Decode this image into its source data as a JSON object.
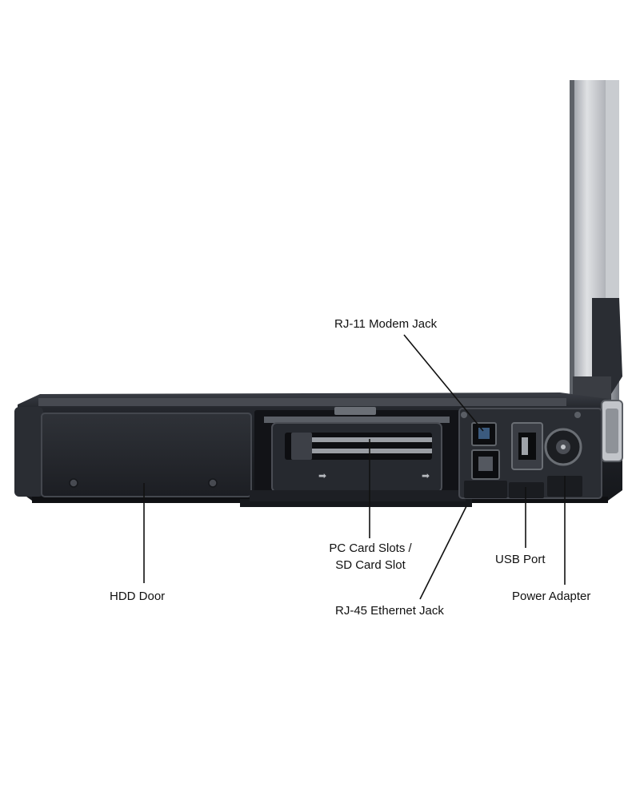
{
  "labels": {
    "rj11": "RJ-11 Modem Jack",
    "pc_card_line1": "PC Card Slots /",
    "pc_card_line2": "SD Card Slot",
    "usb": "USB Port",
    "hdd": "HDD Door",
    "rj45": "RJ-45 Ethernet Jack",
    "power": "Power Adapter"
  },
  "colors": {
    "body_dark": "#1b1d22",
    "body_mid": "#2c2f36",
    "lid_silver": "#b9bcc1",
    "lid_dark": "#34373d",
    "leader_line": "#111111",
    "background": "#ffffff"
  }
}
